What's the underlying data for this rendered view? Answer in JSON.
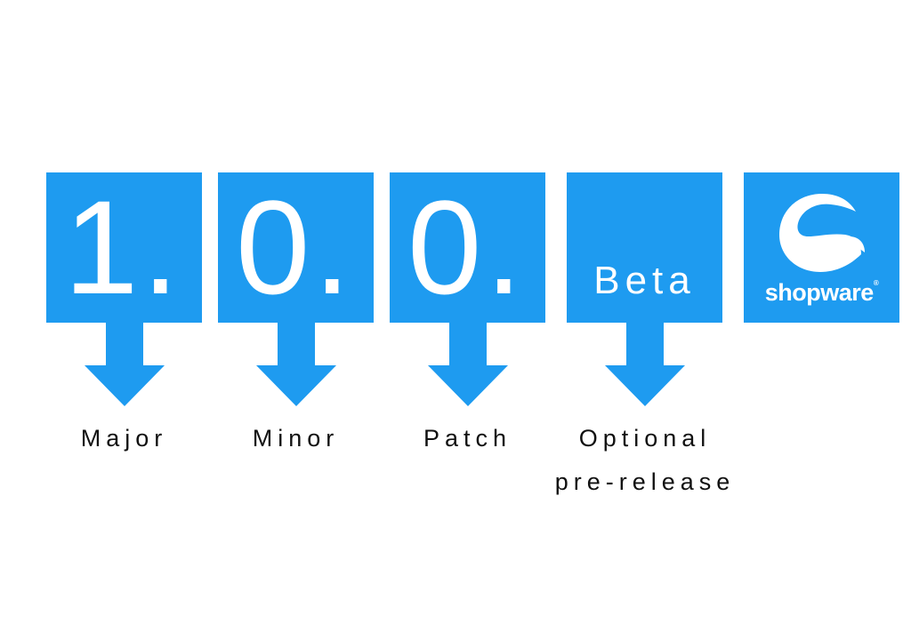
{
  "boxes": [
    {
      "text": "1.",
      "label": "Major"
    },
    {
      "text": "0.",
      "label": "Minor"
    },
    {
      "text": "0.",
      "label": "Patch"
    },
    {
      "text": "Beta",
      "label_line1": "Optional",
      "label_line2": "pre-release"
    }
  ],
  "logo": {
    "wordmark": "shopware"
  },
  "colors": {
    "box_blue": "#1e9bf0",
    "text_white": "#ffffff",
    "label_text": "#111111"
  },
  "icons": {
    "arrow": "down-arrow-icon",
    "logo": "shopware-logo-icon"
  }
}
